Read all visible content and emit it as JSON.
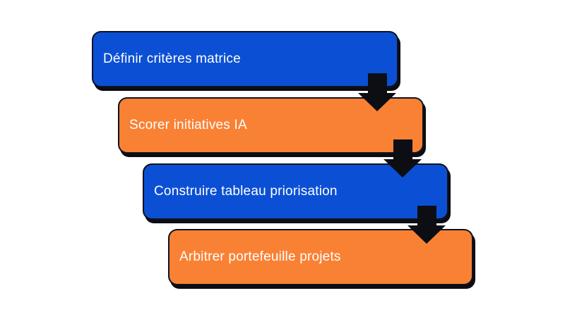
{
  "diagram": {
    "colors": {
      "blue": "#0b50d4",
      "orange": "#f98134",
      "arrow": "#0c0e14",
      "border": "#0e1220",
      "shadow": "#0b0d13",
      "text": "#ffffff",
      "background": "#ffffff"
    },
    "steps": [
      {
        "label": "Définir critères matrice",
        "color": "blue"
      },
      {
        "label": "Scorer initiatives IA",
        "color": "orange"
      },
      {
        "label": "Construire tableau priorisation",
        "color": "blue"
      },
      {
        "label": "Arbitrer portefeuille projets",
        "color": "orange"
      }
    ],
    "connectors": [
      {
        "from": 1,
        "to": 2
      },
      {
        "from": 2,
        "to": 3
      },
      {
        "from": 3,
        "to": 4
      }
    ]
  }
}
